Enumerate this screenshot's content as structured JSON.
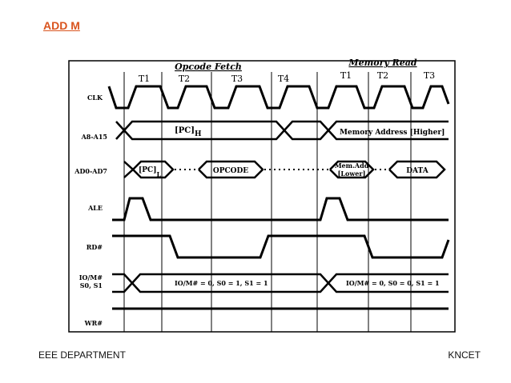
{
  "slide": {
    "title": "ADD M",
    "footer_left": "EEE DEPARTMENT",
    "footer_right": "KNCET"
  },
  "diagram": {
    "sections": [
      "Opcode Fetch",
      "Memory Read"
    ],
    "states_fetch": [
      "T1",
      "T2",
      "T3",
      "T4"
    ],
    "states_read": [
      "T1",
      "T2",
      "T3"
    ],
    "signals": [
      {
        "id": "clk",
        "label": "CLK"
      },
      {
        "id": "a8",
        "label": "A8-A15"
      },
      {
        "id": "ad0",
        "label": "AD0-AD7"
      },
      {
        "id": "ale",
        "label": "ALE"
      },
      {
        "id": "rd",
        "label": "RD#"
      },
      {
        "id": "iom1",
        "label": "IO/M#"
      },
      {
        "id": "iom2",
        "label": "S0, S1"
      },
      {
        "id": "wr",
        "label": "WR#"
      }
    ],
    "bus_text": {
      "pc_high": "[PC]",
      "pc_high_sub": "H",
      "mem_addr_high": "Memory Address [Higher]",
      "pc_low": "[PC]",
      "pc_low_sub": "L",
      "opcode": "OPCODE",
      "mem_add_1": "Mem.Add",
      "mem_add_2": "[Lower]",
      "data": "DATA",
      "iom_fetch": "IO/M# = 0, S0 = 1, S1 = 1",
      "iom_read": "IO/M# = 0, S0 = 0, S1 = 1"
    }
  }
}
